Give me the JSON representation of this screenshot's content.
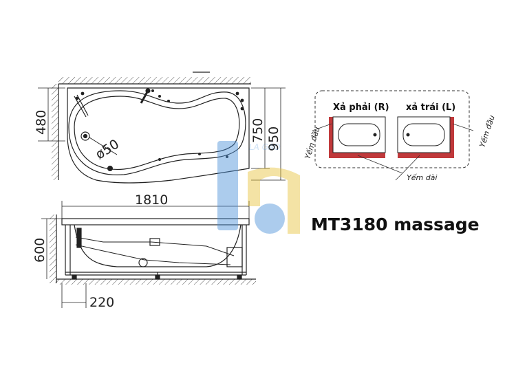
{
  "top_view": {
    "dim_width_left": "480",
    "dim_depth": "750",
    "dim_total_depth": "950",
    "drain_label": "ø50"
  },
  "front_view": {
    "dim_length": "1810",
    "dim_height": "600",
    "dim_leg_offset": "220"
  },
  "inset": {
    "right_drain_label": "Xả phải (R)",
    "left_drain_label": "xả trái (L)",
    "end_skirt_left": "Yếm đầu",
    "end_skirt_right": "Yếm đầu",
    "long_skirt": "Yếm dài",
    "skirt_color": "#c0393b"
  },
  "watermark": {
    "text": "LA GÀO"
  },
  "model_name": "MT3180 massage"
}
